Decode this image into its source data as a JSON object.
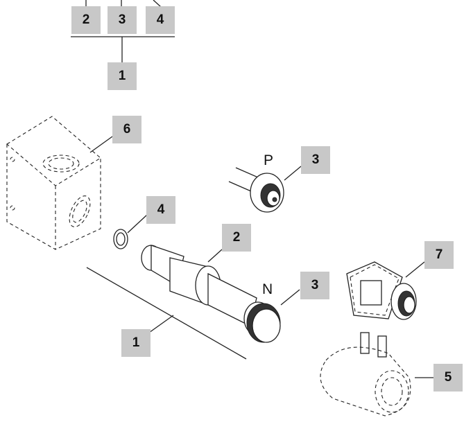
{
  "callouts": {
    "tree": {
      "top_left": "2",
      "top_mid": "3",
      "top_right": "4",
      "root": "1"
    },
    "body": "6",
    "port_plug_p": "3",
    "seal": "4",
    "cartridge": "2",
    "port_plug_n": "3",
    "assembly": "1",
    "connector": "7",
    "coil": "5"
  },
  "letters": {
    "p": "P",
    "n": "N"
  },
  "colors": {
    "badge_fill": "#c8c8c8",
    "line": "#222222"
  }
}
